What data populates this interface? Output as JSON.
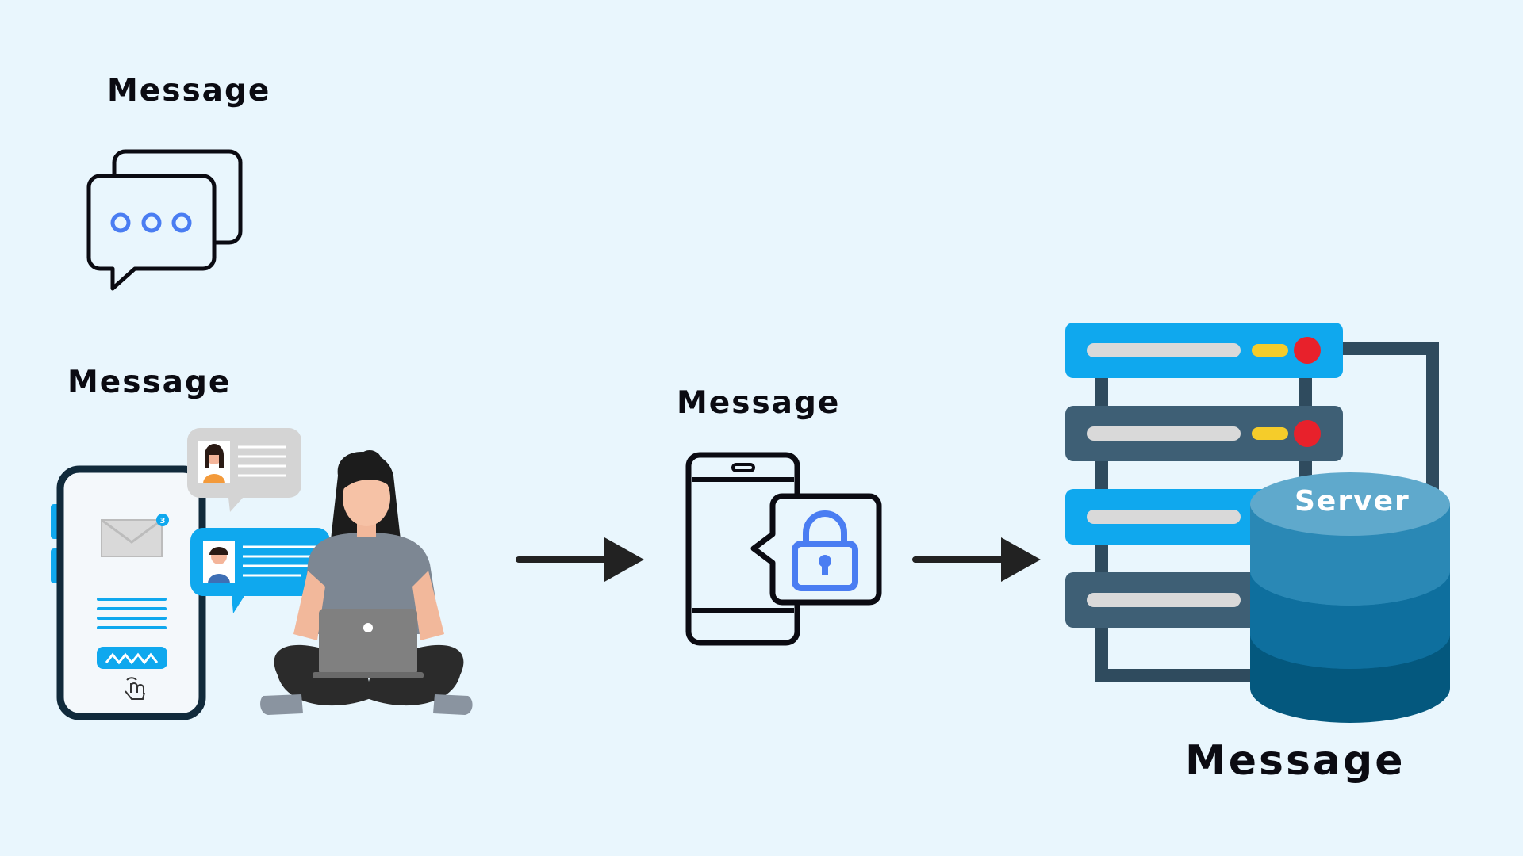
{
  "labels": {
    "top": "Message",
    "left": "Message",
    "center": "Message",
    "bottom": "Message",
    "server": "Server"
  },
  "badge": {
    "count": "3"
  },
  "colors": {
    "background": "#e9f6fd",
    "accent_blue": "#4a7df2",
    "sky": "#0fa8ee",
    "slate": "#3e5f75",
    "rack_frame": "#2f4b5e",
    "status_yellow": "#f5cc2a",
    "status_red": "#e8212b",
    "db_top": "#5fa9cc",
    "db_mid": "#2a88b5",
    "db_low": "#0e6f9e",
    "db_base": "#04587e",
    "arrow": "#222222"
  },
  "icons": {
    "chat": "chat-bubbles-icon",
    "person": "woman-with-laptop-illustration",
    "phone": "phone-app-icon",
    "secure_phone": "phone-lock-icon",
    "server": "server-rack-icon",
    "database": "database-cylinder-icon"
  }
}
